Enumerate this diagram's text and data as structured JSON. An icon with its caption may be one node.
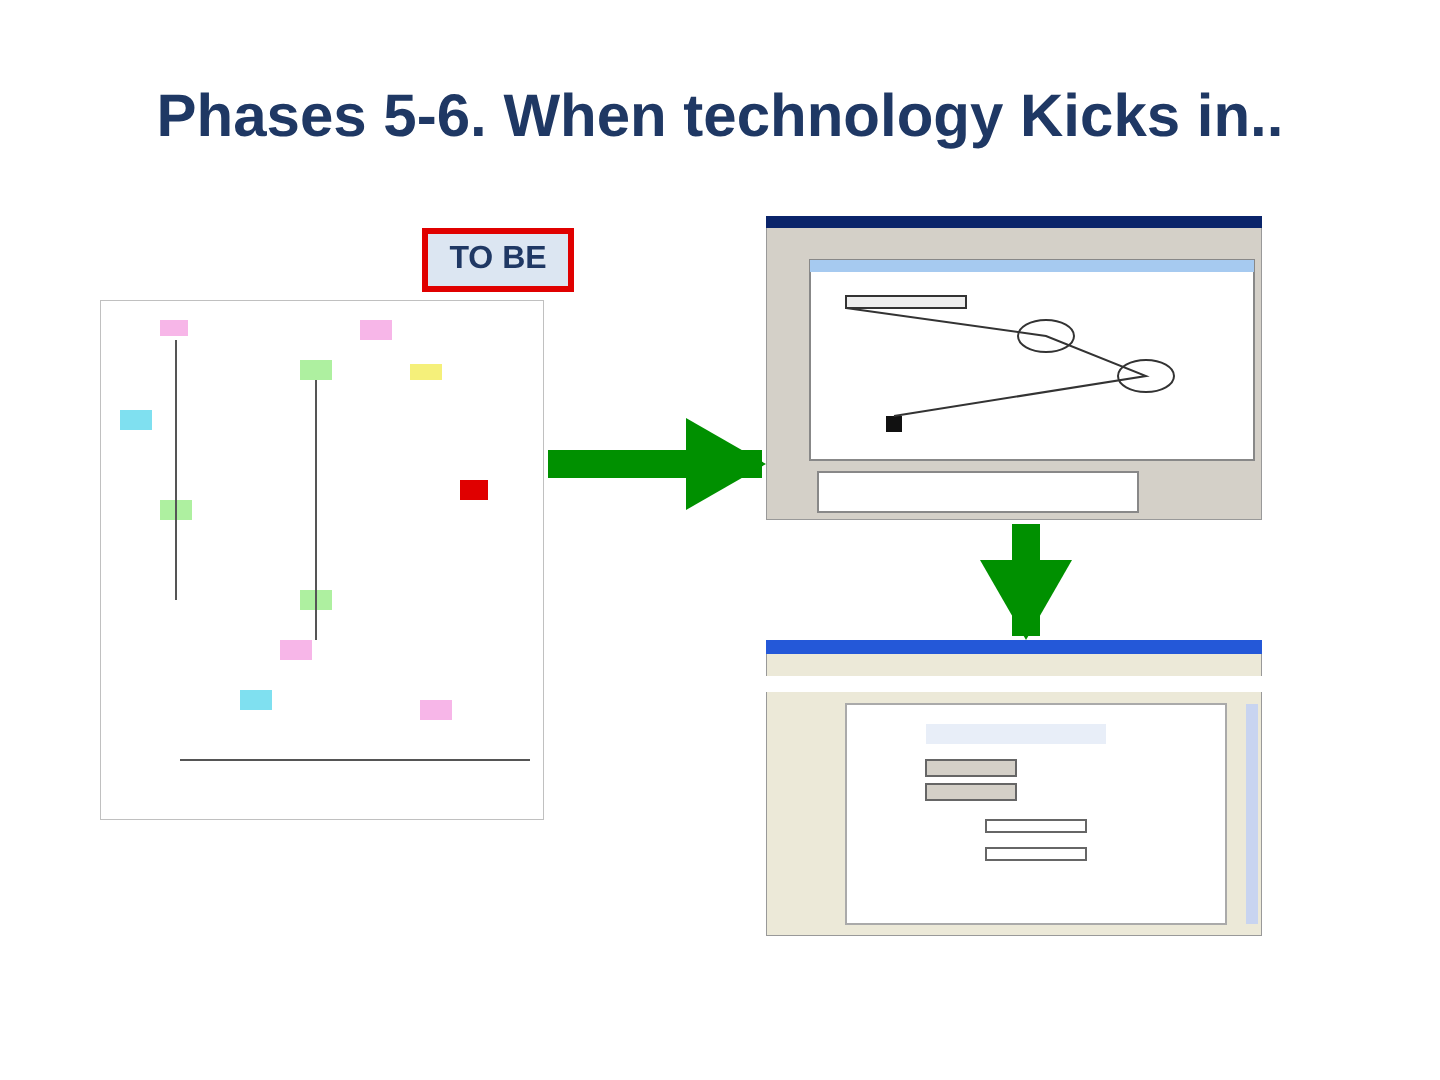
{
  "diagram": {
    "title": "Phases 5-6. When technology Kicks in..",
    "nodes": [
      {
        "text": [],
        "shape": "picture"
      },
      {
        "text": [
          "TO BE"
        ]
      },
      {
        "text": [],
        "shape": "picture"
      },
      {
        "text": [],
        "shape": "picture"
      }
    ],
    "edges": [
      {
        "from": 0,
        "to": 2,
        "arrow": "to"
      },
      {
        "from": 2,
        "to": 3,
        "arrow": "to"
      }
    ]
  }
}
